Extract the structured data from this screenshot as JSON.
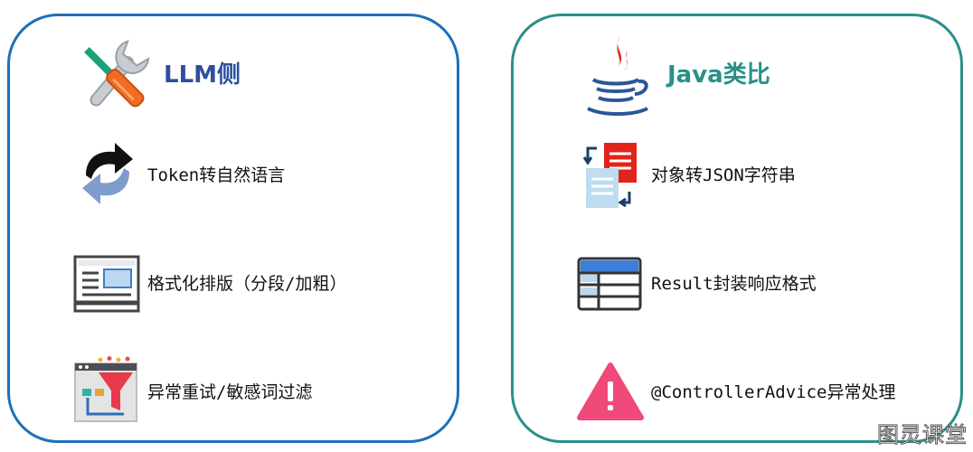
{
  "left_panel": {
    "title": "LLM侧",
    "items": [
      {
        "icon": "refresh-arrows-icon",
        "label": "Token转自然语言"
      },
      {
        "icon": "news-layout-icon",
        "label": "格式化排版（分段/加粗）"
      },
      {
        "icon": "filter-funnel-icon",
        "label": "异常重试/敏感词过滤"
      }
    ],
    "title_icon": "wrench-screwdriver-icon",
    "border_color": "#1f6fb8"
  },
  "right_panel": {
    "title": "Java类比",
    "items": [
      {
        "icon": "document-convert-icon",
        "label": "对象转JSON字符串"
      },
      {
        "icon": "table-grid-icon",
        "label": "Result封装响应格式"
      },
      {
        "icon": "warning-triangle-icon",
        "label": "@ControllerAdvice异常处理"
      }
    ],
    "title_icon": "java-coffee-cup-icon",
    "border_color": "#2a8f88"
  },
  "watermark": "图灵课堂"
}
